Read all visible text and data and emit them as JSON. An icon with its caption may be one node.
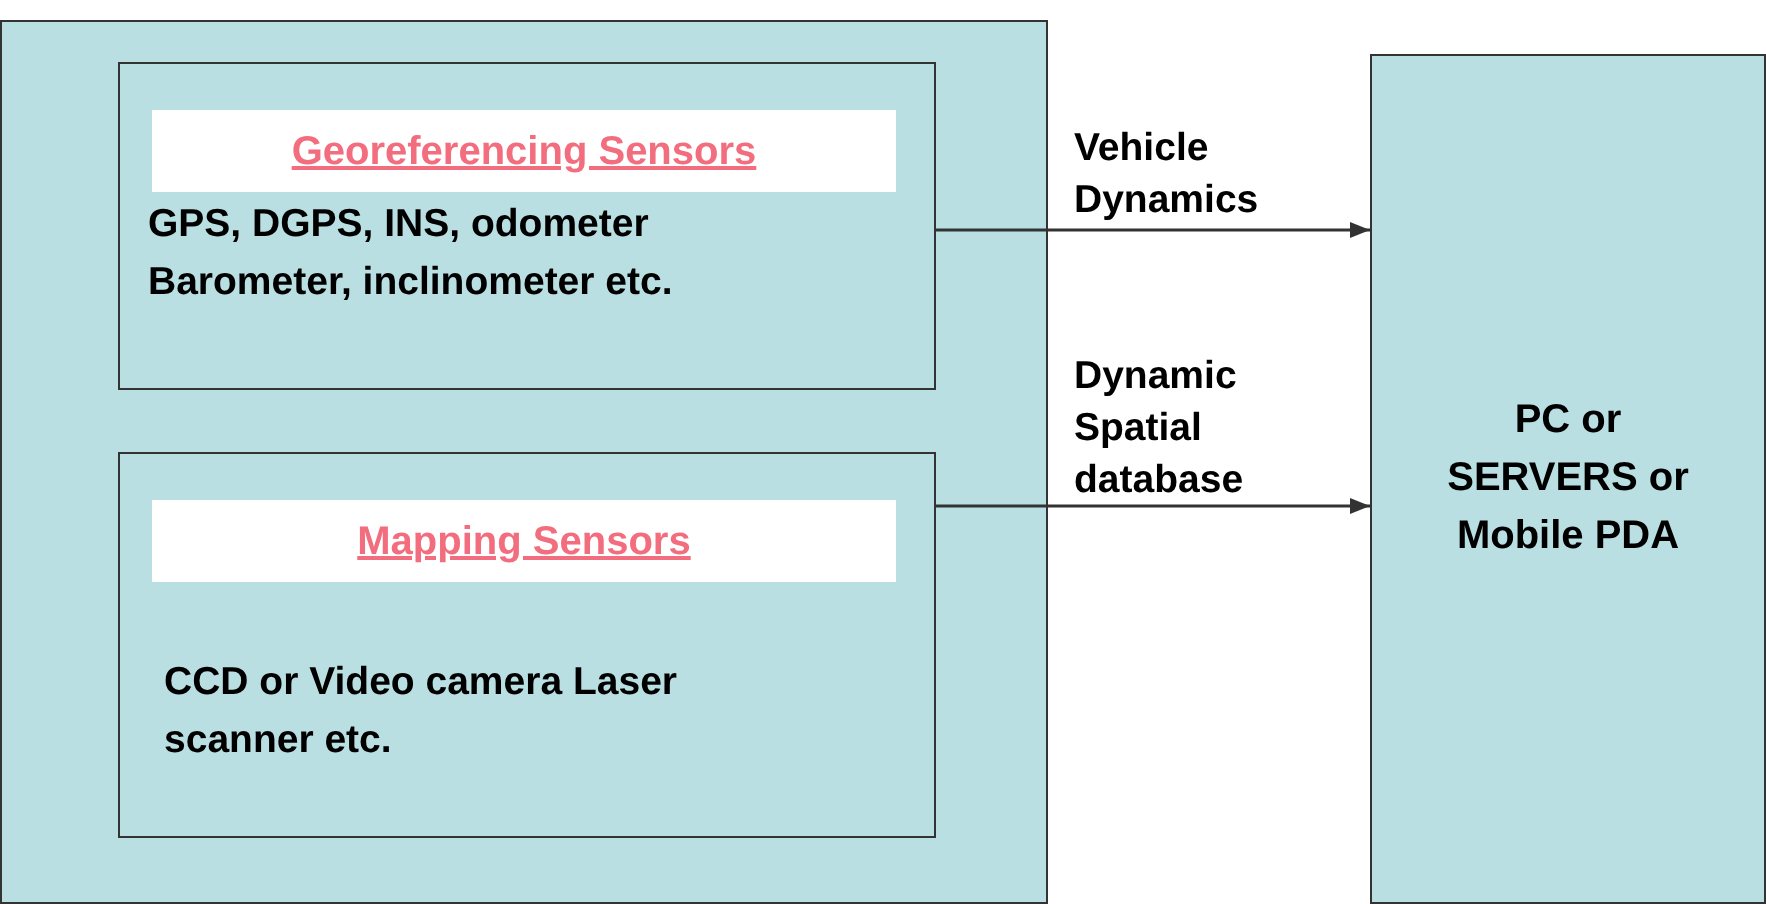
{
  "diagram": {
    "nodes": [
      {
        "text": [],
        "shape": "box"
      },
      {
        "text": [
          "Georeferencing Sensors",
          "GPS, DGPS, INS, odometer Barometer, inclinometer etc."
        ],
        "in": 0
      },
      {
        "text": [
          "Mapping Sensors",
          "CCD or Video camera Laser scanner etc."
        ],
        "in": 0
      },
      {
        "text": [
          "PC or SERVERS or Mobile PDA"
        ]
      }
    ],
    "edges": [
      {
        "from": 1,
        "to": 3,
        "arrow": "to",
        "label": "Vehicle Dynamics"
      },
      {
        "from": 2,
        "to": 3,
        "arrow": "to",
        "label": "Dynamic Spatial database"
      }
    ]
  }
}
